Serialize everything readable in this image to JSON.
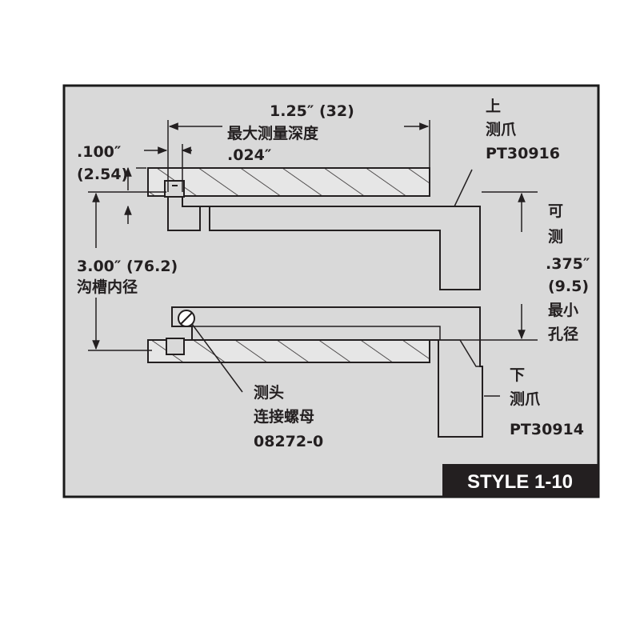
{
  "colors": {
    "panel_background": "#d9d9d9",
    "ink": "#231f20",
    "frame": "#1a1a1a",
    "part_fill": "#e6e6e6",
    "badge_background": "#231f20",
    "badge_text": "#ffffff"
  },
  "labels": {
    "max_depth_dim": "1.25″ (32)",
    "max_depth_text": "最大测量深度",
    "offset_024": ".024″",
    "thickness_inch": ".100″",
    "thickness_mm": "(2.54)",
    "groove_dia_dim": "3.00″ (76.2)",
    "groove_dia_text": "沟槽内径",
    "upper_jaw_line1": "上",
    "upper_jaw_line2": "测爪",
    "upper_jaw_part": "PT30916",
    "min_bore_line1": "可",
    "min_bore_line2": "测",
    "min_bore_inch": ".375″",
    "min_bore_mm": "(9.5)",
    "min_bore_line3": "最小",
    "min_bore_line4": "孔径",
    "lower_jaw_line1": "下",
    "lower_jaw_line2": "测爪",
    "lower_jaw_part": "PT30914",
    "nut_line1": "测头",
    "nut_line2": "连接螺母",
    "nut_part": "08272-0",
    "style_badge": "STYLE 1-10"
  },
  "icons": {
    "dimension_arrow": "arrowhead",
    "nut": "slotted-screw-icon",
    "hatching": "section-hatch"
  }
}
